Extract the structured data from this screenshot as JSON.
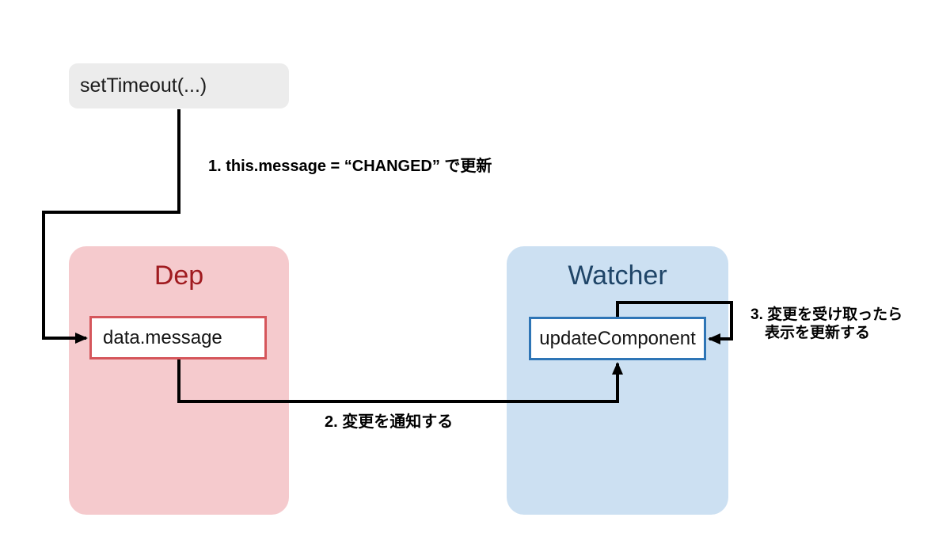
{
  "diagram": {
    "source_box": {
      "label": "setTimeout(...)"
    },
    "dep_group": {
      "title": "Dep",
      "node_label": "data.message"
    },
    "watcher_group": {
      "title": "Watcher",
      "node_label": "updateComponent"
    },
    "annotations": {
      "step1": "1. this.message = “CHANGED” で更新",
      "step2": "2. 変更を通知する",
      "step3_line1": "3. 変更を受け取ったら",
      "step3_line2": "表示を更新する"
    },
    "colors": {
      "source_fill": "#ececec",
      "dep_fill": "#f5cacd",
      "dep_title": "#a01b20",
      "dep_node_border": "#d5565b",
      "watcher_fill": "#cce0f2",
      "watcher_title": "#1f4568",
      "watcher_node_border": "#2e75b6",
      "node_fill": "#ffffff",
      "arrow": "#000000",
      "annotation": "#000000"
    }
  }
}
